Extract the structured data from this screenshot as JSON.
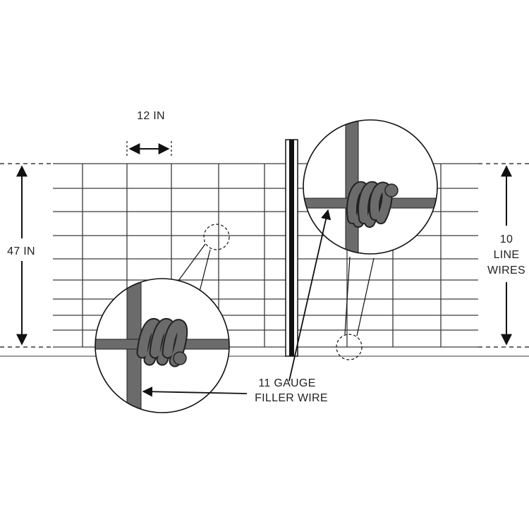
{
  "labels": {
    "spacing": "12 IN",
    "height": "47 IN",
    "line_wires_line1": "10",
    "line_wires_line2": "LINE",
    "line_wires_line3": "WIRES",
    "filler_line1": "11 GAUGE",
    "filler_line2": "FILLER WIRE"
  },
  "colors": {
    "wire": "#6b6b6b",
    "line": "#3a3a3a",
    "post": "#111111",
    "text": "#222222"
  }
}
